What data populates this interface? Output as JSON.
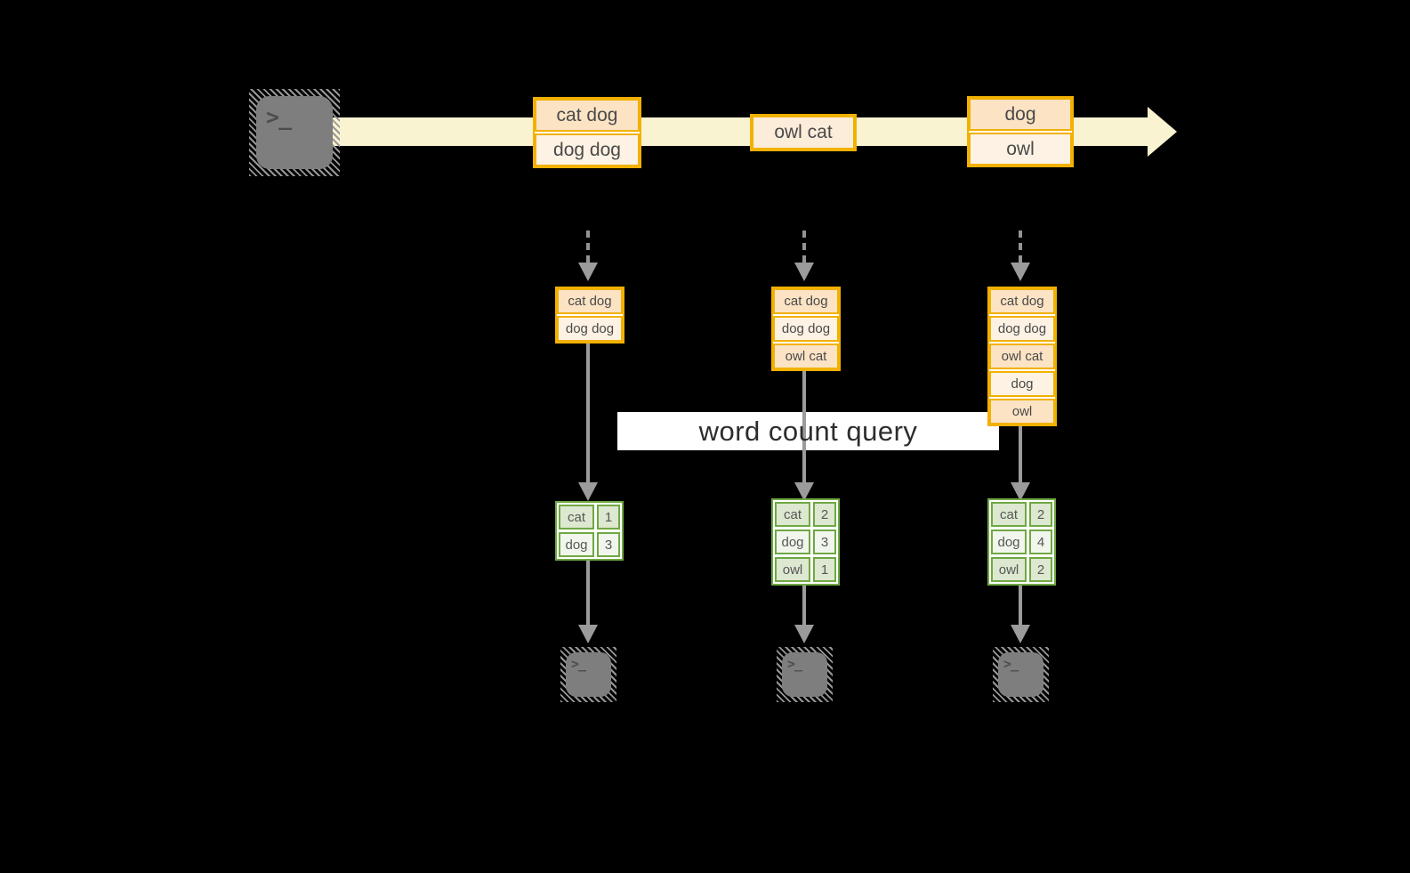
{
  "diagram": {
    "query_label": "word count query",
    "prompt_glyph": ">_",
    "stream_events": [
      {
        "lines": [
          "cat dog",
          "dog dog"
        ]
      },
      {
        "lines": [
          "owl cat"
        ]
      },
      {
        "lines": [
          "dog",
          "owl"
        ]
      }
    ],
    "stages": [
      {
        "state": [
          "cat dog",
          "dog dog"
        ],
        "counts": [
          [
            "cat",
            "1"
          ],
          [
            "dog",
            "3"
          ]
        ]
      },
      {
        "state": [
          "cat dog",
          "dog dog",
          "owl cat"
        ],
        "counts": [
          [
            "cat",
            "2"
          ],
          [
            "dog",
            "3"
          ],
          [
            "owl",
            "1"
          ]
        ]
      },
      {
        "state": [
          "cat dog",
          "dog dog",
          "owl cat",
          "dog",
          "owl"
        ],
        "counts": [
          [
            "cat",
            "2"
          ],
          [
            "dog",
            "4"
          ],
          [
            "owl",
            "2"
          ]
        ]
      }
    ],
    "colors": {
      "background": "#000000",
      "stream_fill": "#FAF3D1",
      "event_border": "#F2B100",
      "event_fill_dark": "#FBE3C4",
      "event_fill_light": "#FDF2E4",
      "table_border": "#6FA843",
      "table_fill_dark": "#DDE8D0",
      "table_fill_light": "#F1F6EC",
      "connector_gray": "#9B9B9B",
      "terminal_gray": "#7E7E7E",
      "label_background": "#FFFFFF",
      "text": "#4A4A4A"
    }
  }
}
